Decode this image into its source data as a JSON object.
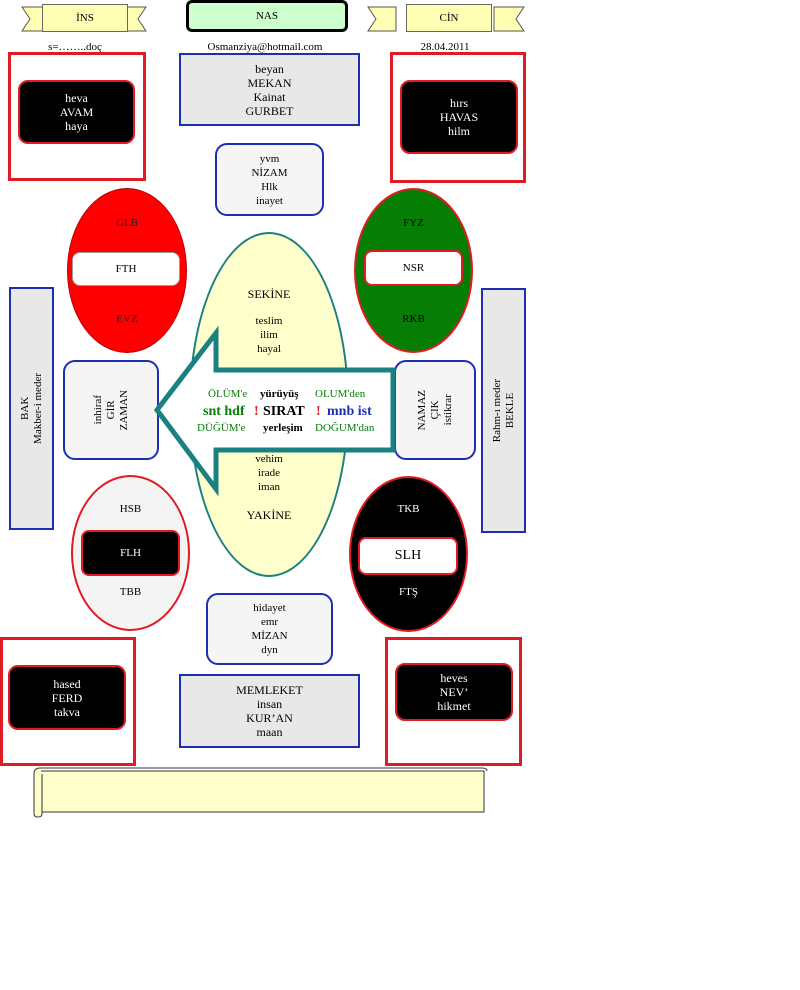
{
  "header": {
    "left_ribbon": "İNS",
    "center_title": "NAS",
    "right_ribbon": "CİN",
    "left_caption": "s=……..doç",
    "center_caption": "Osmanziya@hotmail.com",
    "right_caption": "28.04.2011"
  },
  "corners": {
    "top_left": [
      "heva",
      "AVAM",
      "haya"
    ],
    "top_right": [
      "hırs",
      "HAVAS",
      "hilm"
    ],
    "bottom_left": [
      "hased",
      "FERD",
      "takva"
    ],
    "bottom_right": [
      "heves",
      "NEV’",
      "hikmet"
    ]
  },
  "top_grey": [
    "beyan",
    "MEKAN",
    "Kainat",
    "GURBET"
  ],
  "top_round": [
    "yvm",
    "NİZAM",
    "Hlk",
    "inayet"
  ],
  "bottom_round": [
    "hidayet",
    "emr",
    "MİZAN",
    "dyn"
  ],
  "bottom_grey": [
    "MEMLEKET",
    "insan",
    "KUR’AN",
    "maan"
  ],
  "left_side": [
    "BAK",
    "Makber-i meder"
  ],
  "right_side": [
    "Rahm-ı meder",
    "BEKLE"
  ],
  "left_inner": [
    "inhiraf",
    "GİR",
    "ZAMAN"
  ],
  "right_inner": [
    "NAMAZ",
    "ÇIK",
    "istikrar"
  ],
  "ellipse_tl": {
    "top": "GLB",
    "mid": "FTH",
    "bot": "EVZ"
  },
  "ellipse_tr": {
    "top": "FYZ",
    "mid": "NSR",
    "bot": "RKB"
  },
  "ellipse_bl": {
    "top": "HSB",
    "mid": "FLH",
    "bot": "TBB"
  },
  "ellipse_br": {
    "top": "TKB",
    "mid": "SLH",
    "bot": "FTŞ"
  },
  "center_ellipse": {
    "top_title": "SEKİNE",
    "top_words": [
      "teslim",
      "ilim",
      "hayal"
    ],
    "bottom_words": [
      "vehim",
      "irade",
      "iman"
    ],
    "bottom_title": "YAKİNE"
  },
  "arrow": {
    "row1": {
      "a": "ÖLÜM'e",
      "b": "yürüyüş",
      "c": "OLUM'den"
    },
    "row2": {
      "a": "snt hdf",
      "b": "!",
      "c": "SIRAT",
      "d": "!",
      "e": "mnb ist"
    },
    "row3": {
      "a": "DÜĞÜM'e",
      "b": "yerleşim",
      "c": "DOĞUM'dan"
    }
  },
  "colors": {
    "red": "#e01b24",
    "blue": "#1c2fb0",
    "green": "#067e06",
    "teal": "#1a8080",
    "cream": "#ffffb3"
  }
}
